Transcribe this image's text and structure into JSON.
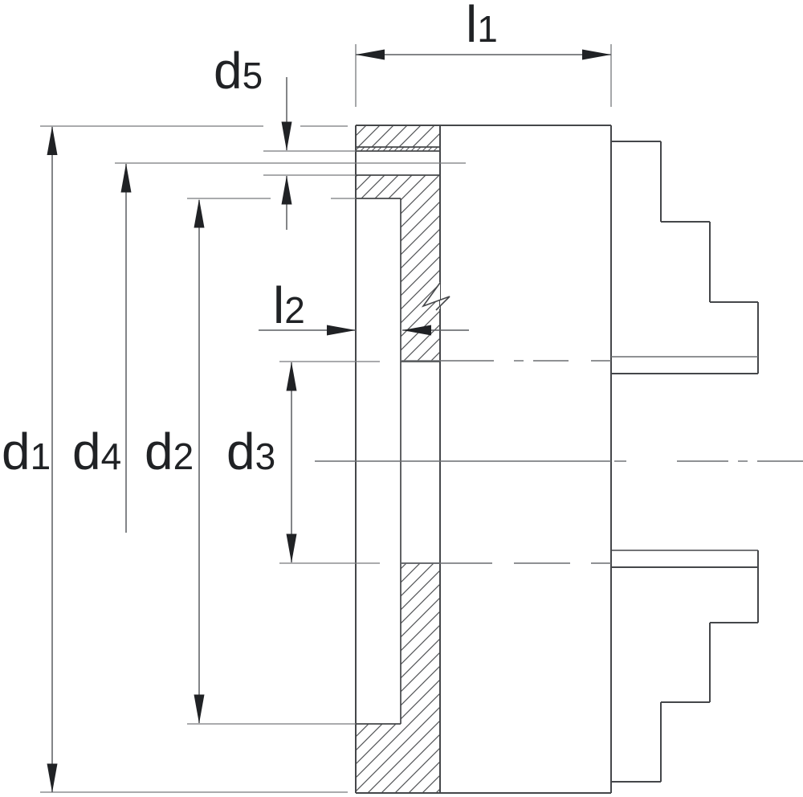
{
  "drawing": {
    "kind": "lathe-chuck-cross-section",
    "background": "#ffffff",
    "colors": {
      "outline": "#45474a",
      "hatch": "#515356",
      "extension_line": "#77797c",
      "dimension_line": "#5a5d60",
      "center_line": "#6a6d70",
      "arrow": "#202225",
      "label": "#202225"
    },
    "labels": {
      "l1": {
        "base": "l",
        "sub": "1"
      },
      "l2": {
        "base": "l",
        "sub": "2"
      },
      "d1": {
        "base": "d",
        "sub": "1"
      },
      "d2": {
        "base": "d",
        "sub": "2"
      },
      "d3": {
        "base": "d",
        "sub": "3"
      },
      "d4": {
        "base": "d",
        "sub": "4"
      },
      "d5": {
        "base": "d",
        "sub": "5"
      }
    }
  }
}
